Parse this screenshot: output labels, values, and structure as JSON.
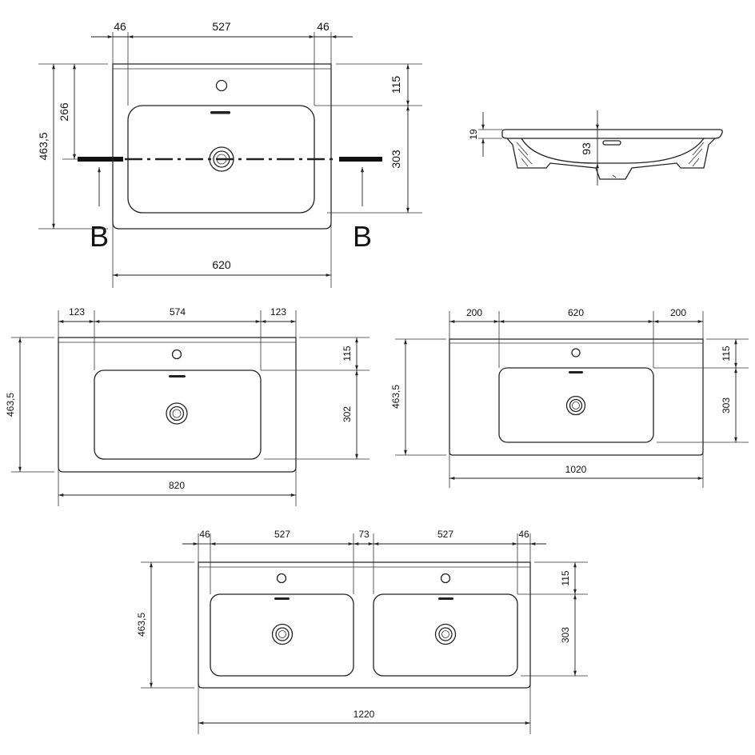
{
  "labels": {
    "section_mark": "B",
    "v1": {
      "top_left": "46",
      "top_mid": "527",
      "top_right": "46",
      "h_left_outer": "463,5",
      "h_left_inner": "266",
      "h_right_top": "115",
      "h_right_bowl": "303",
      "width": "620"
    },
    "section": {
      "rim": "19",
      "depth": "93"
    },
    "v2": {
      "top_left": "123",
      "top_mid": "574",
      "top_right": "123",
      "h_left": "463,5",
      "h_right_top": "115",
      "h_right_bowl": "302",
      "width": "820"
    },
    "v3": {
      "top_left": "200",
      "top_mid": "620",
      "top_right": "200",
      "h_left": "463,5",
      "h_right_top": "115",
      "h_right_bowl": "303",
      "width": "1020"
    },
    "v4": {
      "top_1": "46",
      "top_2": "527",
      "top_3": "73",
      "top_4": "527",
      "top_5": "46",
      "h_left": "463,5",
      "h_right_top": "115",
      "h_right_bowl": "303",
      "width": "1220"
    }
  }
}
